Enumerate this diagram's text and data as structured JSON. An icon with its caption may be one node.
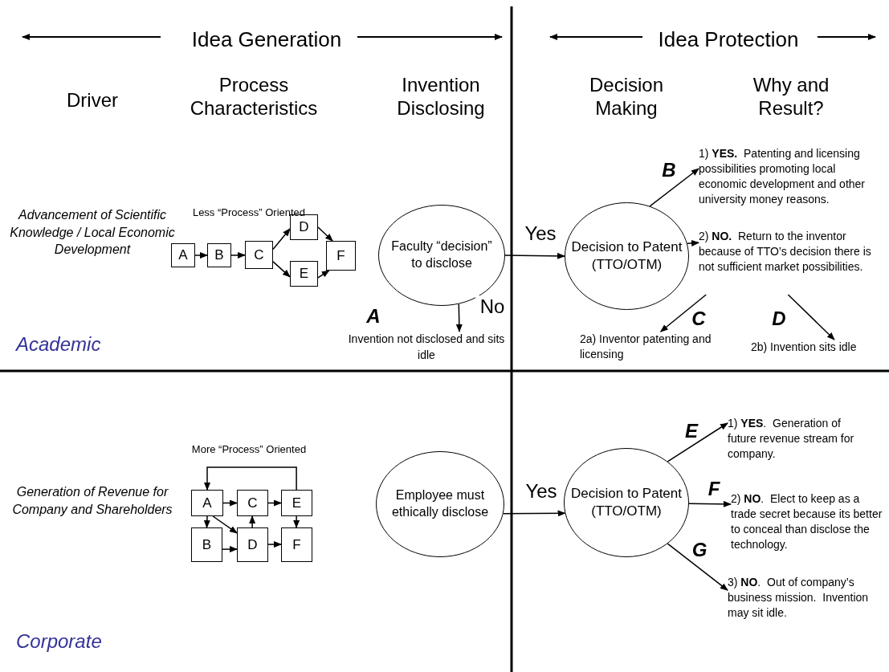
{
  "diagram": {
    "nodes": [
      {
        "text": [
          "Faculty “decision” to disclose"
        ]
      },
      {
        "text": [
          "Invention not disclosed and sits idle"
        ]
      },
      {
        "text": [
          "Decision to Patent (TTO/OTM)"
        ]
      },
      {
        "text": [
          "1) **YES.**  Patenting and licensing possibilities promoting local economic development and other university money reasons."
        ]
      },
      {
        "text": [
          "2) **NO.**  Return to the inventor because of TTO’s decision there is not sufficient market possibilities."
        ]
      },
      {
        "text": [
          "2a) Inventor patenting and licensing"
        ]
      },
      {
        "text": [
          "2b) Invention sits idle"
        ]
      },
      {
        "text": [
          "A"
        ]
      },
      {
        "text": [
          "B"
        ]
      },
      {
        "text": [
          "C"
        ]
      },
      {
        "text": [
          "D"
        ]
      },
      {
        "text": [
          "E"
        ]
      },
      {
        "text": [
          "F"
        ]
      },
      {
        "text": [
          "Employee must ethically disclose"
        ]
      },
      {
        "text": [
          "Decision to Patent (TTO/OTM)"
        ]
      },
      {
        "text": [
          "1) **YES**.  Generation of future revenue stream for company."
        ]
      },
      {
        "text": [
          "2) **NO**.  Elect to keep as a trade secret because its better to conceal than disclose the technology."
        ]
      },
      {
        "text": [
          "3) **NO**.  Out of company’s business mission.  Invention may sit idle."
        ]
      },
      {
        "text": [
          "A"
        ]
      },
      {
        "text": [
          "C"
        ]
      },
      {
        "text": [
          "E"
        ]
      },
      {
        "text": [
          "B"
        ]
      },
      {
        "text": [
          "D"
        ]
      },
      {
        "text": [
          "F"
        ]
      }
    ],
    "edges": [
      {
        "from": 0,
        "to": 2,
        "arrow": "to",
        "label": "Yes"
      },
      {
        "from": 0,
        "to": 1,
        "arrow": "to",
        "label": "No"
      },
      {
        "from": 2,
        "to": 3,
        "arrow": "to"
      },
      {
        "from": 2,
        "to": 4,
        "arrow": "to"
      },
      {
        "from": 4,
        "to": 5,
        "arrow": "to"
      },
      {
        "from": 4,
        "to": 6,
        "arrow": "to"
      },
      {
        "from": 7,
        "to": 8,
        "arrow": "to"
      },
      {
        "from": 8,
        "to": 9,
        "arrow": "to"
      },
      {
        "from": 9,
        "to": 10,
        "arrow": "to"
      },
      {
        "from": 9,
        "to": 11,
        "arrow": "to"
      },
      {
        "from": 10,
        "to": 12,
        "arrow": "to"
      },
      {
        "from": 11,
        "to": 12,
        "arrow": "to"
      },
      {
        "from": 13,
        "to": 14,
        "arrow": "to",
        "label": "Yes"
      },
      {
        "from": 14,
        "to": 15,
        "arrow": "to"
      },
      {
        "from": 14,
        "to": 16,
        "arrow": "to"
      },
      {
        "from": 14,
        "to": 17,
        "arrow": "to"
      },
      {
        "from": 20,
        "to": 18,
        "arrow": "to"
      },
      {
        "from": 18,
        "to": 19,
        "arrow": "to"
      },
      {
        "from": 19,
        "to": 20,
        "arrow": "to"
      },
      {
        "from": 20,
        "to": 23,
        "arrow": "to"
      },
      {
        "from": 18,
        "to": 21,
        "arrow": "to"
      },
      {
        "from": 18,
        "to": 22,
        "arrow": "to"
      },
      {
        "from": 21,
        "to": 22,
        "arrow": "to"
      },
      {
        "from": 22,
        "to": 19,
        "arrow": "to"
      },
      {
        "from": 22,
        "to": 23,
        "arrow": "to"
      }
    ],
    "labels": [
      "Idea Generation",
      "Idea Protection",
      "Driver",
      "Process Characteristics",
      "Invention Disclosing",
      "Decision Making",
      "Why and Result?",
      "Advancement of Scientific Knowledge / Local Economic Development",
      "Less “Process” Oriented",
      "A",
      "B",
      "C",
      "D",
      "Academic",
      "More “Process” Oriented",
      "Generation of Revenue for Company and Shareholders",
      "E",
      "F",
      "G",
      "Corporate"
    ]
  }
}
